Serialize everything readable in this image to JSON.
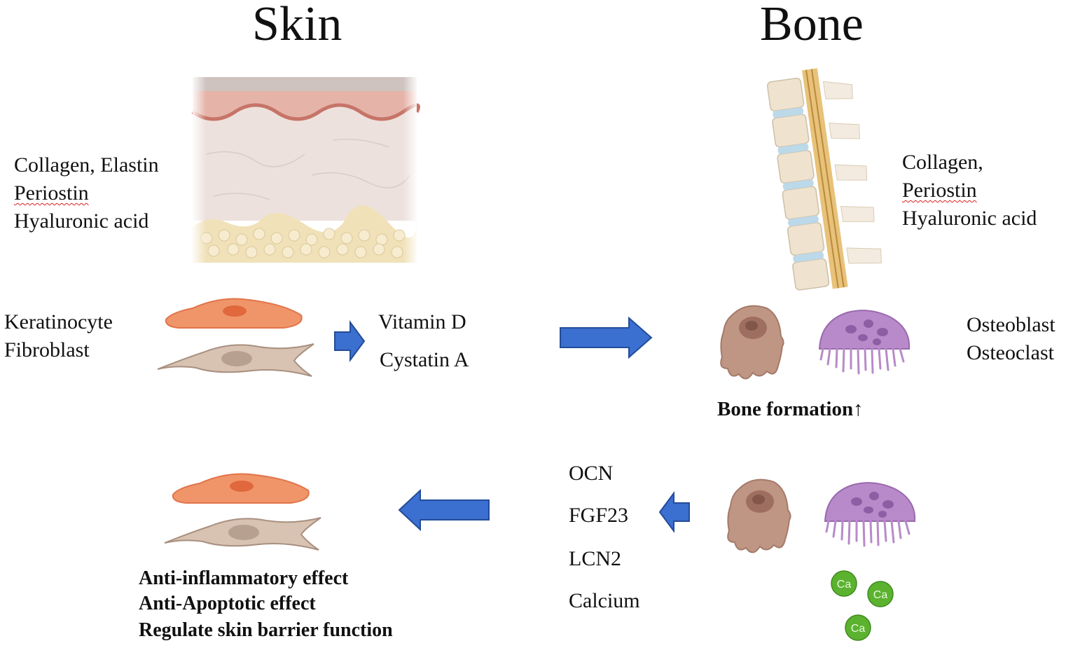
{
  "titles": {
    "skin": "Skin",
    "bone": "Bone"
  },
  "skin_matrix": [
    "Collagen, Elastin",
    "Periostin",
    "Hyaluronic acid"
  ],
  "bone_matrix": [
    "Collagen,",
    "Periostin",
    "Hyaluronic acid"
  ],
  "skin_cells": [
    "Keratinocyte",
    "Fibroblast"
  ],
  "skin_factors": [
    "Vitamin D",
    "Cystatin A"
  ],
  "bone_cells": [
    "Osteoblast",
    "Osteoclast"
  ],
  "bone_formation": "Bone formation↑",
  "bone_factors": [
    "OCN",
    "FGF23",
    "LCN2",
    "Calcium"
  ],
  "skin_effects": [
    "Anti-inflammatory effect",
    "Anti-Apoptotic effect",
    "Regulate skin barrier function"
  ],
  "calcium_label": "Ca",
  "colors": {
    "arrow": "#3b6fd0",
    "keratinocyte": "#f0956a",
    "fibroblast": "#d8c2b2",
    "osteoblast": "#bf9584",
    "osteoclast": "#b88ac9",
    "calcium": "#5bb22f",
    "squiggle": "#e02020"
  }
}
